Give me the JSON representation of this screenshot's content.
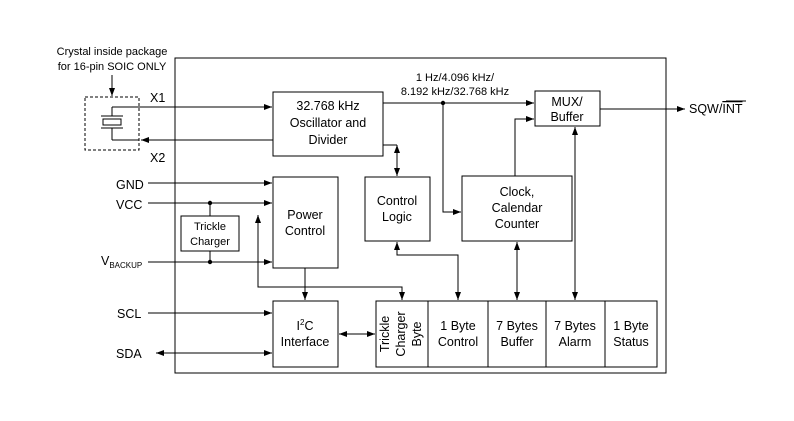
{
  "crystal_note": {
    "line1": "Crystal inside package",
    "line2": "for 16-pin SOIC ONLY"
  },
  "pins": {
    "x1": "X1",
    "x2": "X2",
    "gnd": "GND",
    "vcc": "VCC",
    "vbackup_main": "V",
    "vbackup_sub": "BACKUP",
    "scl": "SCL",
    "sda": "SDA",
    "sqw_prefix": "SQW/",
    "sqw_int": "INT"
  },
  "freq_label": {
    "line1": "1 Hz/4.096 kHz/",
    "line2": "8.192 kHz/32.768 kHz"
  },
  "blocks": {
    "oscillator": {
      "line1": "32.768 kHz",
      "line2": "Oscillator and",
      "line3": "Divider"
    },
    "mux": {
      "line1": "MUX/",
      "line2": "Buffer"
    },
    "power": {
      "line1": "Power",
      "line2": "Control"
    },
    "control_logic": {
      "line1": "Control",
      "line2": "Logic"
    },
    "clock": {
      "line1": "Clock,",
      "line2": "Calendar",
      "line3": "Counter"
    },
    "trickle": {
      "line1": "Trickle",
      "line2": "Charger"
    },
    "i2c": {
      "line1_pre": "I",
      "line1_sup": "2",
      "line1_post": "C",
      "line2": "Interface"
    }
  },
  "registers": {
    "trickle_byte": {
      "line1": "Trickle",
      "line2": "Charger",
      "line3": "Byte"
    },
    "control": {
      "line1": "1 Byte",
      "line2": "Control"
    },
    "buffer": {
      "line1": "7 Bytes",
      "line2": "Buffer"
    },
    "alarm": {
      "line1": "7 Bytes",
      "line2": "Alarm"
    },
    "status": {
      "line1": "1 Byte",
      "line2": "Status"
    }
  }
}
